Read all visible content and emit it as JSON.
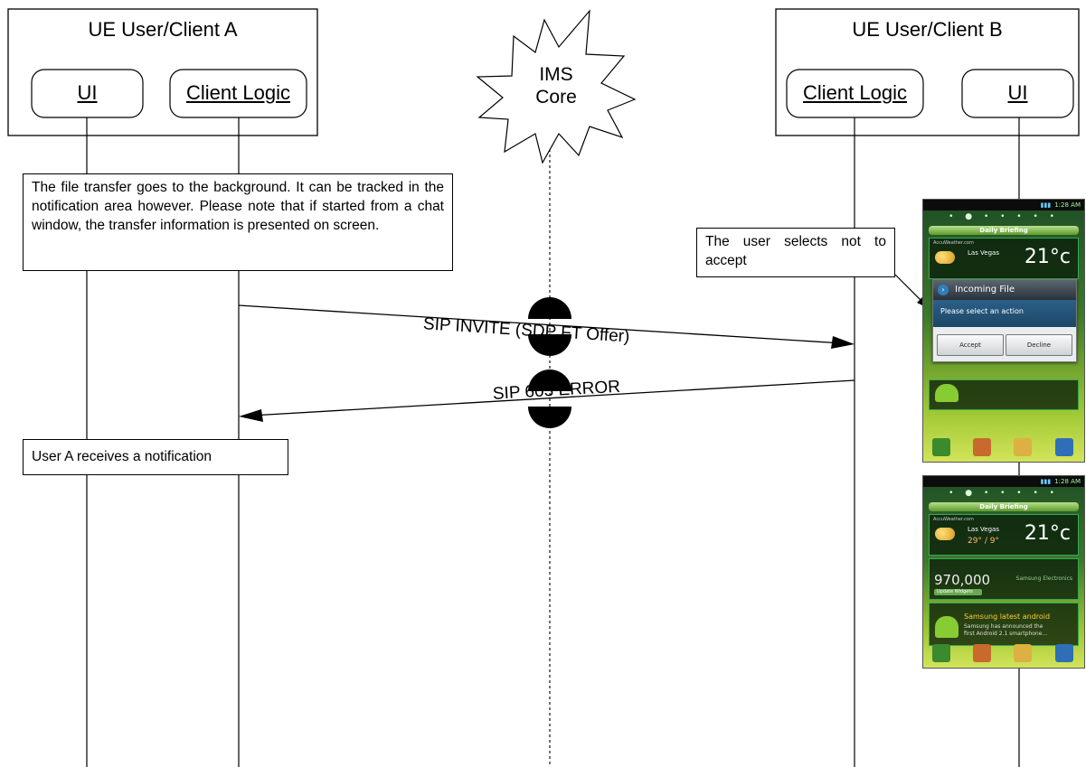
{
  "client_a": {
    "title": "UE User/Client A",
    "ui_label": "UI",
    "logic_label": "Client Logic"
  },
  "client_b": {
    "title": "UE User/Client B",
    "logic_label": "Client Logic",
    "ui_label": "UI"
  },
  "ims": {
    "line1": "IMS",
    "line2": "Core"
  },
  "notes": {
    "background": "The file transfer goes to the background. It can be tracked in the notification area however. Please note that if started from a chat window, the transfer information is presented on screen.",
    "not_accept": "The user selects not to accept",
    "notification": "User A receives a notification"
  },
  "messages": {
    "invite": "SIP INVITE (SDP FT Offer)",
    "error": "SIP 603 ERROR"
  },
  "phone": {
    "clock": "1:28 AM",
    "briefing": "Daily Briefing",
    "weather_source": "AccuWeather.com",
    "city": "Las Vegas",
    "range": "29° / 9°",
    "temp": "21°c",
    "stock_value": "970,000",
    "stock_button": "Update Widgets",
    "stock_company": "Samsung Electronics",
    "news_title": "Samsung latest android",
    "news_body": "Samsung has announced the first Android 2.1 smartphone...",
    "dialog_title": "Incoming File",
    "dialog_message": "Please select an action",
    "accept_label": "Accept",
    "decline_label": "Decline"
  },
  "colors": {
    "line": "#000000",
    "lifeline_ims": "#000000",
    "phone_bg": "#3d7a2a"
  }
}
